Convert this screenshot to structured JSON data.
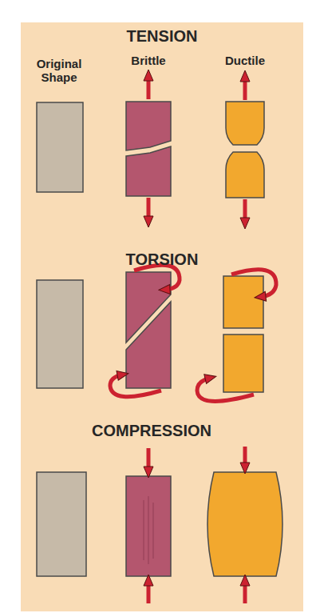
{
  "diagram": {
    "labels": [
      "TENSION",
      "Original Shape",
      "Brittle",
      "Ductile",
      "TORSION",
      "COMPRESSION"
    ]
  }
}
